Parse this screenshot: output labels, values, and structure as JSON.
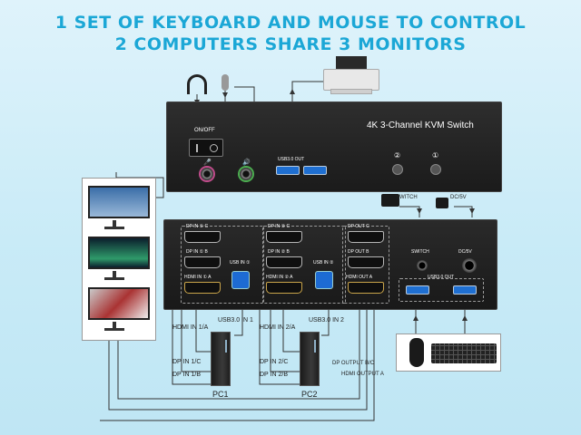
{
  "headline": {
    "line1": "1 SET OF KEYBOARD AND MOUSE TO CONTROL",
    "line2": "2 COMPUTERS SHARE 3 MONITORS"
  },
  "front_panel": {
    "title": "4K 3-Channel KVM Switch",
    "onoff_label": "ON/OFF",
    "usb_label": "USB3.0 OUT",
    "button_1": "①",
    "button_2": "②"
  },
  "top_labels": {
    "switch": "SWITCH",
    "dc": "DC/5V"
  },
  "back_panel": {
    "dp_in_1c": "DP IN ① C",
    "dp_in_1b": "DP IN ① B",
    "hdmi_in_1a": "HDMI IN ① A",
    "usb_in_1": "USB IN ①",
    "dp_in_2c": "DP IN ② C",
    "dp_in_2b": "DP IN ② B",
    "hdmi_in_2a": "HDMI IN ② A",
    "usb_in_2": "USB IN ②",
    "dp_out_c": "DP OUT C",
    "dp_out_b": "DP OUT B",
    "hdmi_out_a": "HDMI OUT A",
    "switch": "SWITCH",
    "dc": "DC/5V",
    "usb_out": "USB3.0 OUT"
  },
  "wires": {
    "hdmi_in_1a": "HDMI IN 1/A",
    "usb_in_1": "USB3.0 IN 1",
    "dp_in_1c": "DP IN 1/C",
    "dp_in_1b": "DP IN 1/B",
    "hdmi_in_2a": "HDMI IN 2/A",
    "usb_in_2": "USB3.0 IN 2",
    "dp_in_2c": "DP IN 2/C",
    "dp_in_2b": "DP IN 2/B",
    "dp_output": "DP OUTPUT B/C",
    "hdmi_output": "HDMI OUTPUT A"
  },
  "pcs": {
    "pc1": "PC1",
    "pc2": "PC2"
  },
  "colors": {
    "headline": "#1ba7d6",
    "background": "#c9ebf7",
    "device": "#1f1f1f"
  },
  "icons": [
    "headphones-icon",
    "microphone-icon",
    "printer-icon",
    "monitor-icon",
    "mouse-icon",
    "keyboard-icon",
    "pc-tower-icon"
  ]
}
